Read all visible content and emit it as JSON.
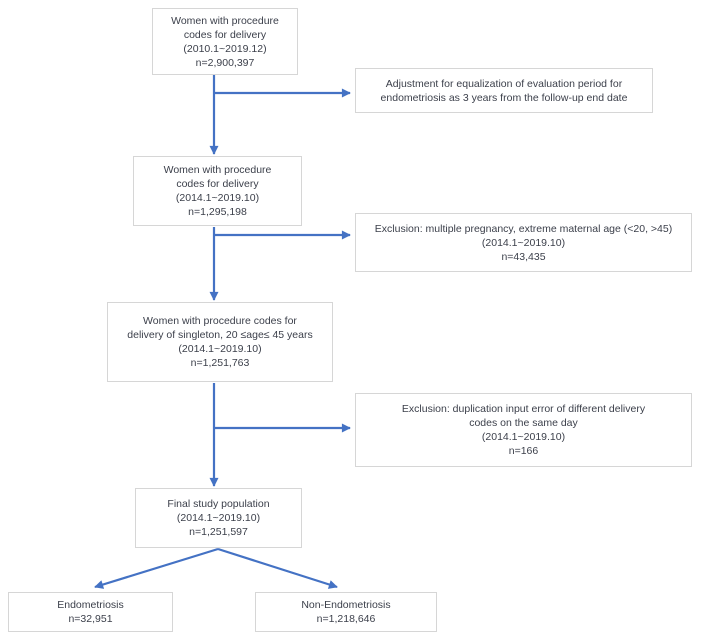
{
  "colors": {
    "arrow": "#4472C4",
    "box_border": "#D6D6D6",
    "text": "#3B3F4A",
    "background": "#FFFFFF"
  },
  "flowchart": {
    "step1": {
      "lines": [
        "Women with procedure",
        "codes for delivery",
        "(2010.1~2019.12)",
        "n=2,900,397"
      ]
    },
    "adjustment": {
      "lines": [
        "Adjustment for equalization of evaluation period for",
        "endometriosis as 3 years from the follow-up end date"
      ]
    },
    "step2": {
      "lines": [
        "Women with procedure",
        "codes for delivery",
        "(2014.1~2019.10)",
        "n=1,295,198"
      ]
    },
    "exclusion1": {
      "lines": [
        "Exclusion: multiple pregnancy, extreme maternal age (<20, >45)",
        "(2014.1~2019.10)",
        "n=43,435"
      ]
    },
    "step3": {
      "lines": [
        "Women with procedure codes for",
        "delivery of singleton, 20 ≤age≤ 45 years",
        "(2014.1~2019.10)",
        "n=1,251,763"
      ]
    },
    "exclusion2": {
      "lines": [
        "Exclusion: duplication input error of different delivery",
        "codes on the same day",
        "(2014.1~2019.10)",
        "n=166"
      ]
    },
    "final": {
      "lines": [
        "Final study population",
        "(2014.1~2019.10)",
        "n=1,251,597"
      ]
    },
    "endometriosis": {
      "lines": [
        "Endometriosis",
        "n=32,951"
      ]
    },
    "non_endometriosis": {
      "lines": [
        "Non-Endometriosis",
        "n=1,218,646"
      ]
    }
  }
}
